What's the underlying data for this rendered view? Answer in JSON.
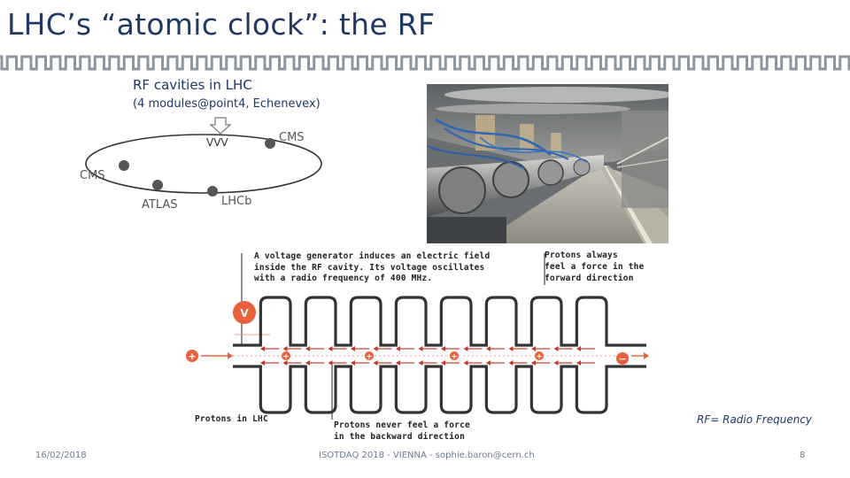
{
  "title": "LHC’s “atomic clock”: the RF",
  "ring": {
    "caption_line1": "RF cavities in LHC",
    "caption_line2": "(4 modules@point4, Echenevex)",
    "rf_marker": "VVV",
    "labels": {
      "cms_top": "CMS",
      "cms_left": "CMS",
      "atlas": "ATLAS",
      "lhcb": "LHCb"
    }
  },
  "diagram": {
    "note_top_left": [
      "A voltage generator induces an electric field",
      "inside the RF cavity. Its voltage oscillates",
      "with a radio frequency of 400 MHz."
    ],
    "note_top_right": [
      "Protons always",
      "feel a force in the",
      "forward direction"
    ],
    "note_bottom_left": "Protons in LHC",
    "note_bottom_center": [
      "Protons never feel a force",
      "in the backward direction"
    ],
    "voltage_symbol": "V",
    "plus_symbol": "+",
    "minus_symbol": "−"
  },
  "rf_note": "RF= Radio Frequency",
  "footer": {
    "date": "16/02/2018",
    "center": "ISOTDAQ 2018 - VIENNA - sophie.baron@cern.ch",
    "page": "8"
  },
  "colors": {
    "title": "#1f3864",
    "wave_band": "#8c96a0",
    "diagram_line": "#222222",
    "accent_red": "#c0392b"
  }
}
